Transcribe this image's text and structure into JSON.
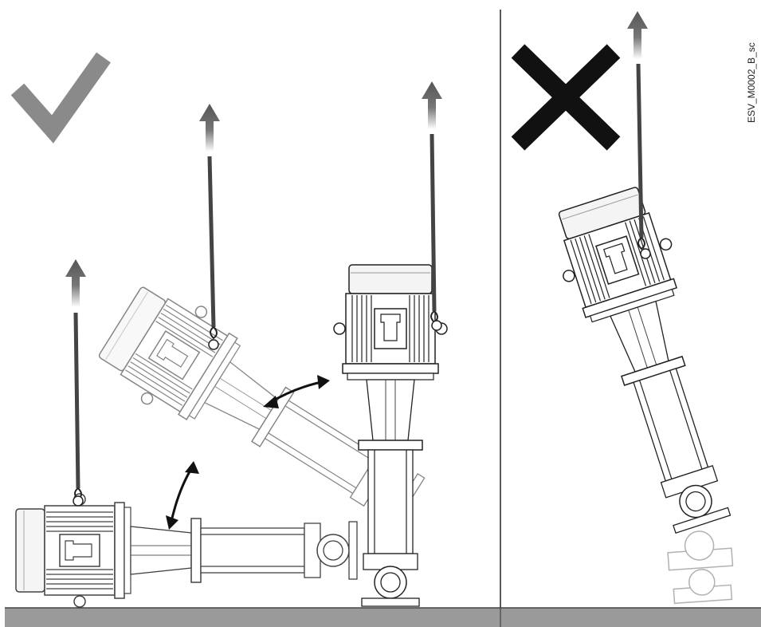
{
  "figure": {
    "document_code": "ESV_M0002_B_sc",
    "correct_symbol": "checkmark",
    "incorrect_symbol": "cross",
    "colors": {
      "checkmark": "#8a8a8a",
      "cross": "#111111",
      "floor": "#9a9a9a",
      "line": "#222222"
    }
  }
}
